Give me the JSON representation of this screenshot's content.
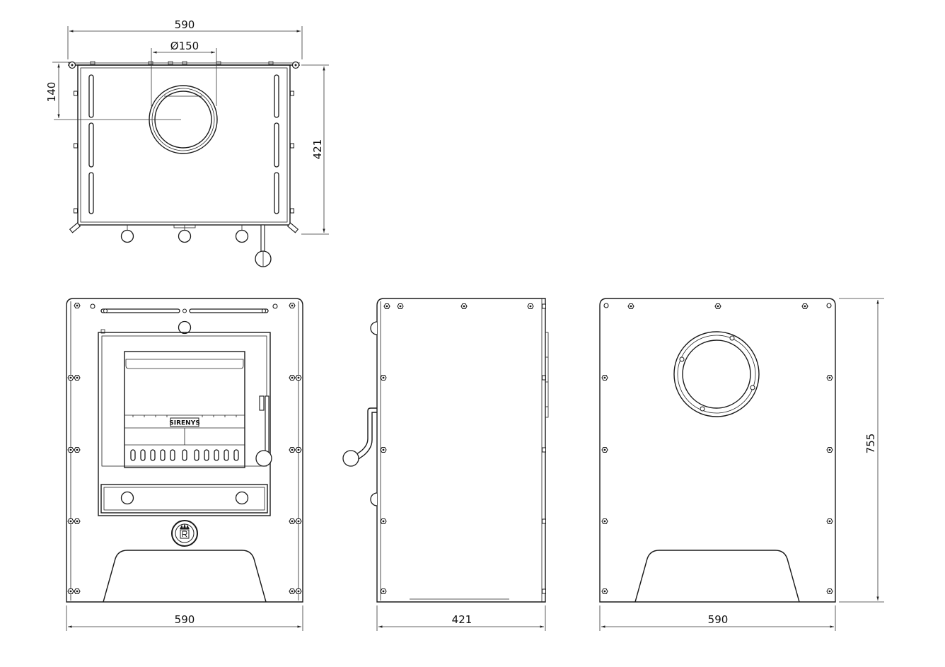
{
  "dimensions": {
    "top_width": "590",
    "flue_diameter": "Ø150",
    "flue_offset": "140",
    "top_depth": "421",
    "front_width": "590",
    "side_depth": "421",
    "back_width": "590",
    "height": "755"
  },
  "brand_plate": "SIRENYS"
}
